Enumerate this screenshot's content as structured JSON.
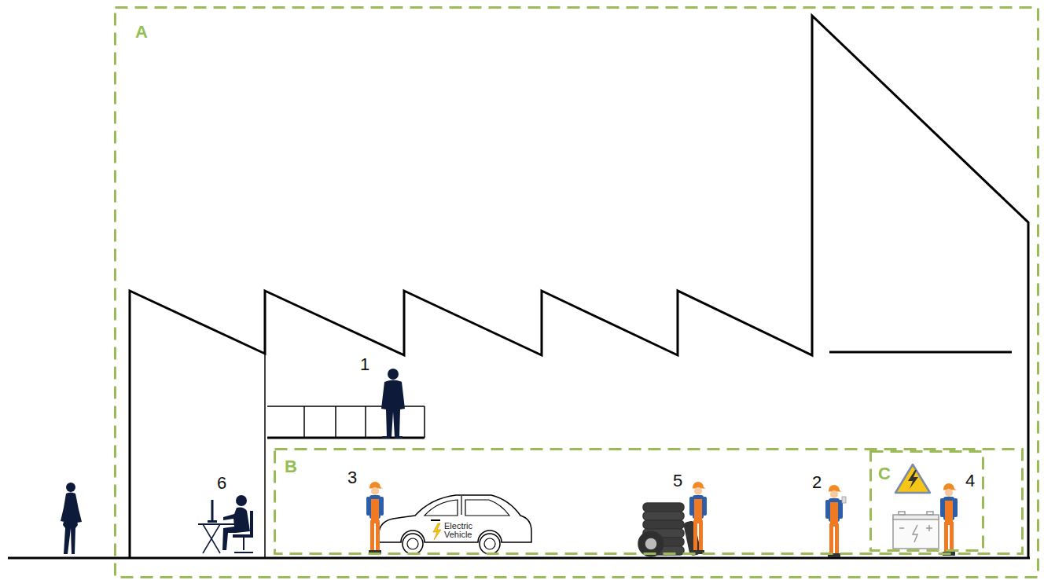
{
  "diagram": {
    "nodes": [
      {
        "text": [
          "A"
        ]
      },
      {
        "text": [
          "B"
        ],
        "in": 0
      },
      {
        "text": [
          "C"
        ],
        "in": 1
      }
    ],
    "labels": [
      "1",
      "6",
      "3",
      "5",
      "2",
      "4",
      "Electric Vehicle"
    ]
  }
}
